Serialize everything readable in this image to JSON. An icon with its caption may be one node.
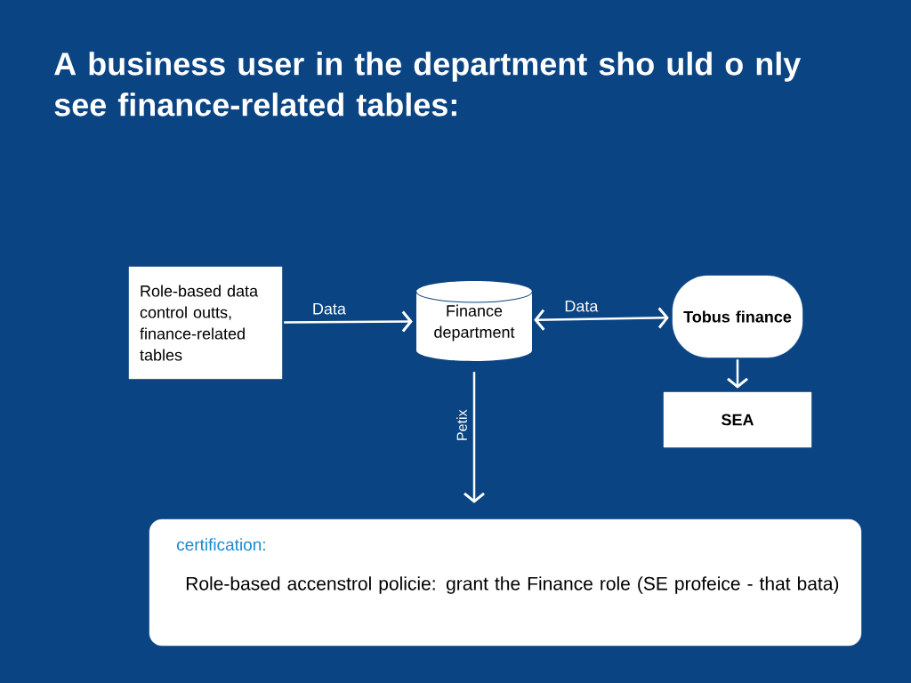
{
  "diagram": {
    "title": "A business user in the department sho uld o nly see finance-related tables:",
    "nodes": [
      {
        "text": [
          "Role-based data control outts, finance-related tables"
        ]
      },
      {
        "text": [
          "Finance department"
        ]
      },
      {
        "text": [
          "Tobus finance"
        ]
      },
      {
        "text": [
          "SEA"
        ]
      },
      {
        "text": [
          "certification:",
          "Role-based accenstrol policie: grant the Finance role (SE profeice - that bata)"
        ]
      }
    ],
    "edges": [
      {
        "from": 0,
        "to": 1,
        "arrow": "to",
        "label": "Data"
      },
      {
        "from": 1,
        "to": 2,
        "arrow": "both",
        "label": "Data"
      },
      {
        "from": 2,
        "to": 3,
        "arrow": "to"
      },
      {
        "from": 1,
        "to": 4,
        "arrow": "to",
        "label": "Petix"
      }
    ]
  }
}
